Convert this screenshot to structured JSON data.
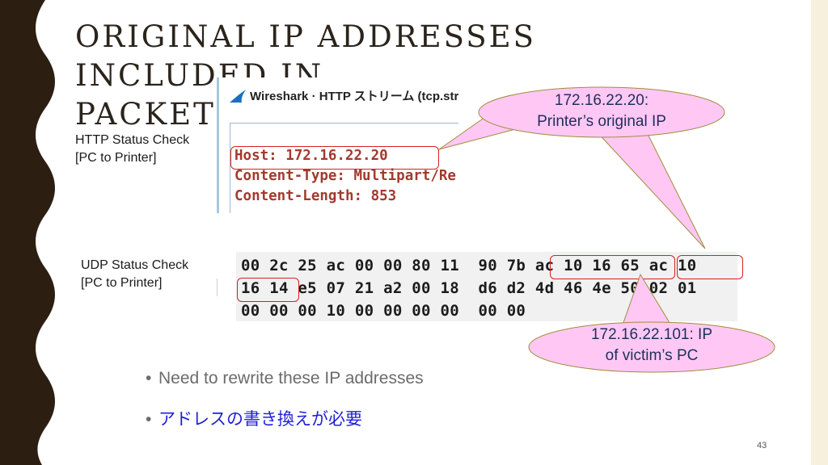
{
  "slide": {
    "title_line1": "ORIGINAL IP ADDRESSES INCLUDED IN",
    "title_line2": "PACKETS",
    "page_number": "43"
  },
  "http_label": {
    "line1": "HTTP Status Check",
    "line2": "[PC to Printer]"
  },
  "udp_label": {
    "line1": "UDP Status Check",
    "line2": "[PC to Printer]"
  },
  "wireshark": {
    "window_title": "Wireshark · HTTP ストリーム (tcp.strean",
    "lines": [
      "Host: 172.16.22.20",
      "Content-Type: Multipart/Re",
      "Content-Length: 853"
    ]
  },
  "hex_dump": {
    "lines": [
      "00 2c 25 ac 00 00 80 11  90 7b ac 10 16 65 ac 10",
      "16 14 e5 07 21 a2 00 18  d6 d2 4d 46 4e 50 02 01",
      "00 00 00 10 00 00 00 00  00 00"
    ]
  },
  "callouts": {
    "printer": {
      "line1": "172.16.22.20:",
      "line2": "Printer’s original IP"
    },
    "victim": {
      "line1": "172.16.22.101: IP",
      "line2": "of victim’s PC"
    }
  },
  "bullets": [
    {
      "text": "Need to rewrite these IP addresses",
      "color": "#6b6b6b"
    },
    {
      "text": "アドレスの書き換えが必要",
      "color": "#1f1fd6"
    }
  ],
  "colors": {
    "callout_fill": "#ffc8f4",
    "callout_border": "#a08c3c",
    "highlight": "#d62020"
  }
}
